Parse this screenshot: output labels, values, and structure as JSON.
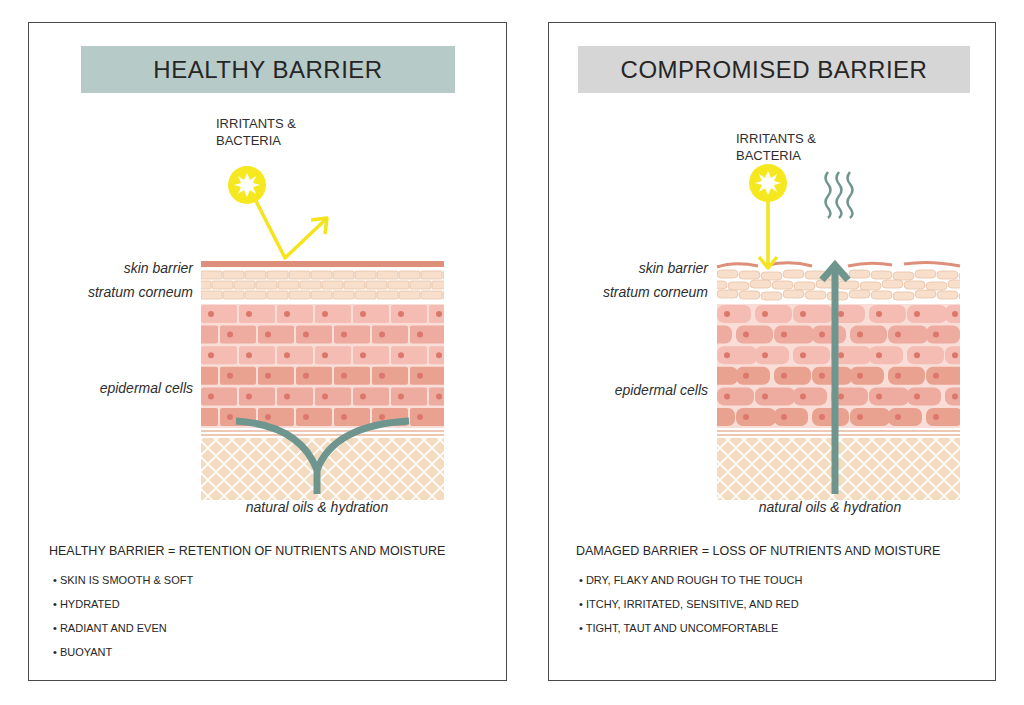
{
  "diagram": {
    "nodes": [
      {
        "text": [
          "HEALTHY BARRIER = RETENTION OF NUTRIENTS AND MOISTURE",
          "• SKIN IS SMOOTH & SOFT",
          "• HYDRATED",
          "• RADIANT AND EVEN",
          "• BUOYANT"
        ]
      },
      {
        "text": [
          "HEALTHY BARRIER"
        ],
        "in": 0
      },
      {
        "text": [
          "DAMAGED BARRIER = LOSS OF NUTRIENTS AND MOISTURE",
          "• DRY, FLAKY AND ROUGH TO THE TOUCH",
          "• ITCHY, IRRITATED, SENSITIVE, AND RED",
          "• TIGHT, TAUT AND UNCOMFORTABLE"
        ]
      },
      {
        "text": [
          "COMPROMISED BARRIER"
        ],
        "in": 2
      }
    ],
    "labels": [
      "IRRITANTS & BACTERIA",
      "skin barrier",
      "stratum corneum",
      "epidermal cells",
      "natural oils & hydration",
      "IRRITANTS & BACTERIA",
      "skin barrier",
      "stratum corneum",
      "epidermal cells",
      "natural oils & hydration"
    ]
  }
}
